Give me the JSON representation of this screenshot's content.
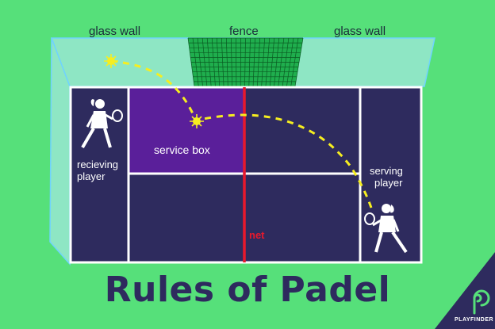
{
  "labels": {
    "glass_wall_left": "glass wall",
    "fence": "fence",
    "glass_wall_right": "glass wall",
    "service_box": "service box",
    "receiving_player_line1": "recieving",
    "receiving_player_line2": "player",
    "serving_player_line1": "serving",
    "serving_player_line2": "player",
    "net": "net"
  },
  "title": "Rules of Padel",
  "brand": "PLAYFINDER",
  "colors": {
    "background": "#56e07a",
    "court": "#2e2b5e",
    "service_box": "#5a1f9a",
    "glass": "#8ee6c4",
    "glass_edge": "#6fd3ff",
    "fence": "#1fae4d",
    "net": "#e8192c",
    "ball_path": "#f6ee20",
    "title": "#2e2a5e",
    "logo_triangle": "#2e2b5e"
  }
}
